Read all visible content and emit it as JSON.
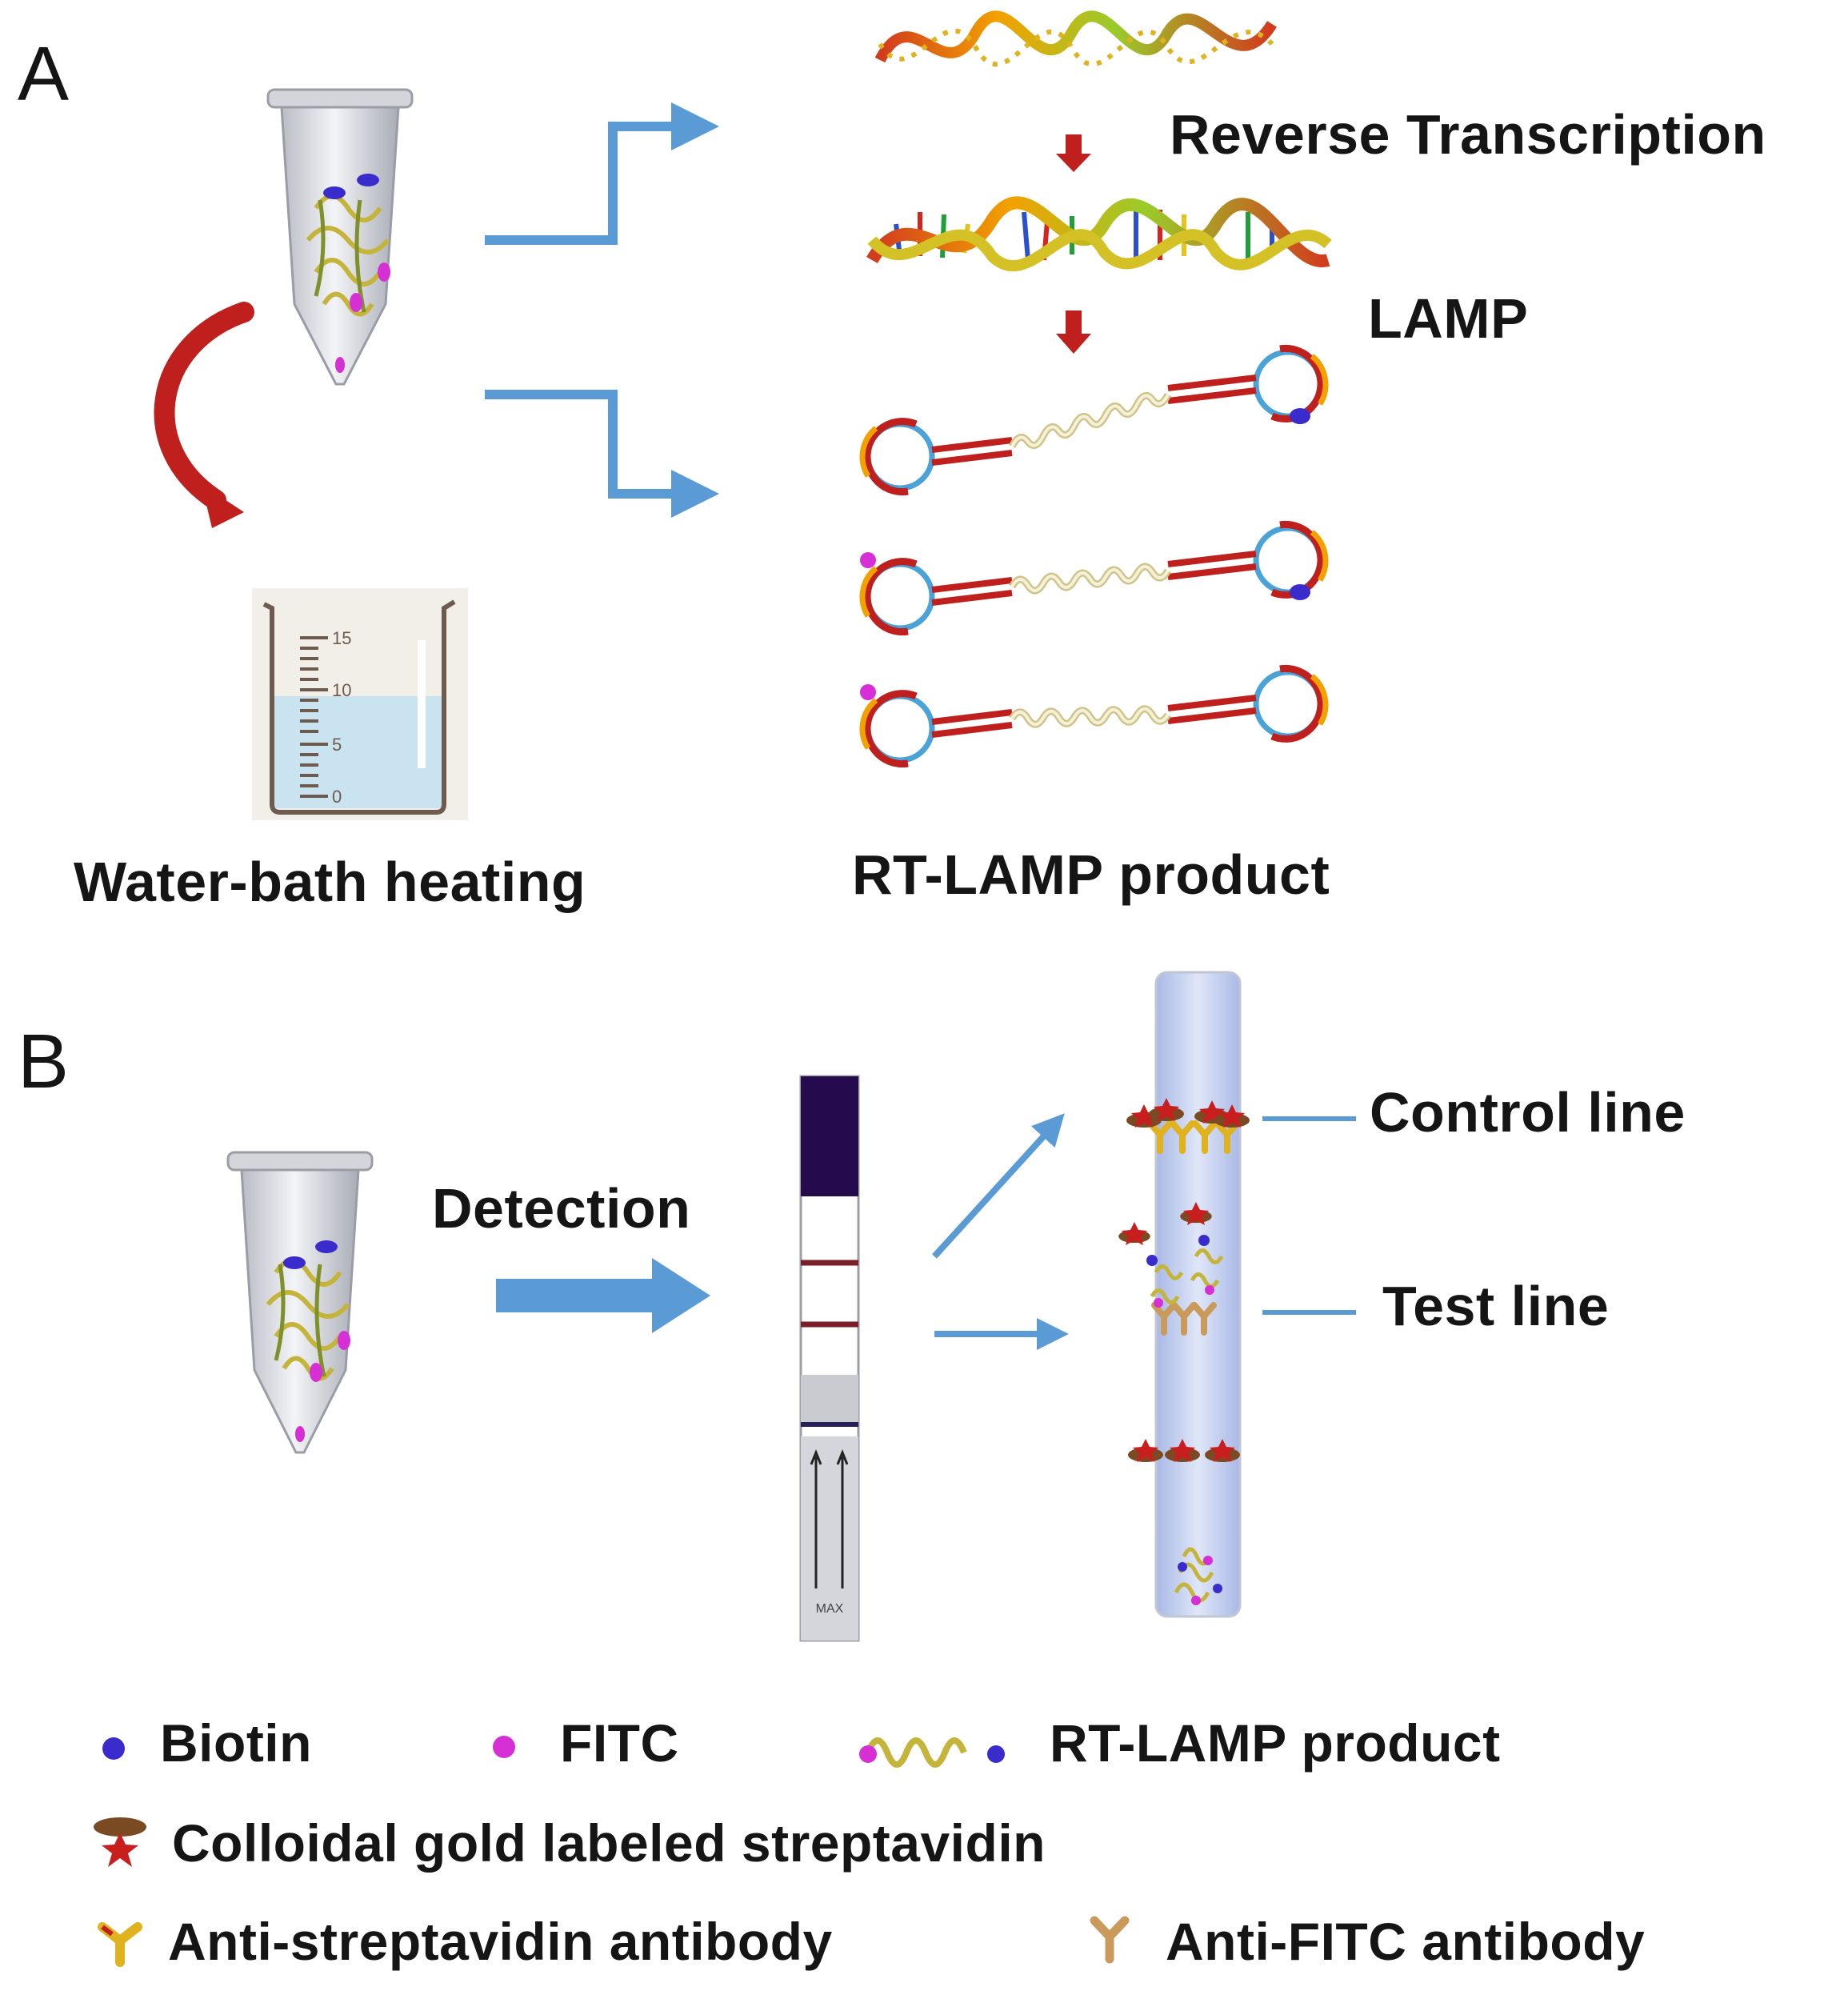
{
  "panels": {
    "a": "A",
    "b": "B"
  },
  "panel_a": {
    "step1": "Reverse Transcription",
    "step2": "LAMP",
    "heating_caption": "Water-bath heating",
    "product_caption": "RT-LAMP product",
    "beaker_ticks": [
      "15",
      "10",
      "5",
      "0"
    ]
  },
  "panel_b": {
    "detection": "Detection",
    "control_line": "Control line",
    "test_line": "Test line",
    "strip_mark": "MAX"
  },
  "legend": {
    "biotin": "Biotin",
    "fitc": "FITC",
    "product": "RT-LAMP product",
    "gold": "Colloidal gold labeled streptavidin",
    "anti_strep": "Anti-streptavidin antibody",
    "anti_fitc": "Anti-FITC antibody"
  },
  "colors": {
    "arrow_blue": "#5b9bd5",
    "arrow_red": "#c0201d",
    "biotin": "#3a2ccc",
    "fitc": "#d62fd6",
    "strip_dark": "#250a4d",
    "strip_band": "#7a1f2a",
    "membrane": "#c9d5f0"
  }
}
